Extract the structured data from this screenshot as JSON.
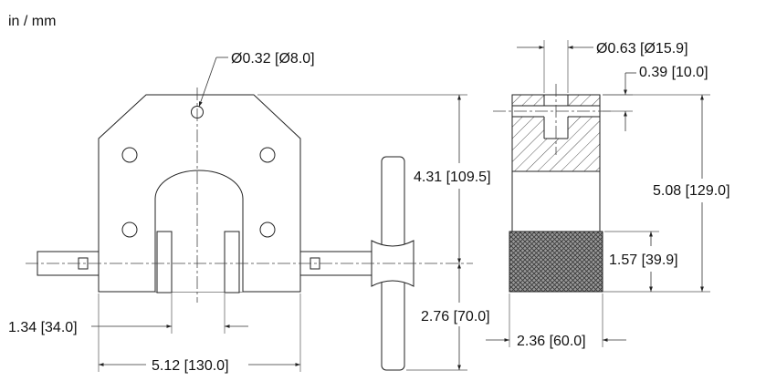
{
  "units_label": "in / mm",
  "dimensions": {
    "hole_dia": "Ø0.32 [Ø8.0]",
    "pin_dia": "Ø0.63 [Ø15.9]",
    "pin_depth": "0.39 [10.0]",
    "height_front": "4.31 [109.5]",
    "height_side": "5.08 [129.0]",
    "knurl_height": "1.57 [39.9]",
    "jaw_gap": "1.34 [34.0]",
    "axis_height": "2.76 [70.0]",
    "side_width": "2.36 [60.0]",
    "front_width": "5.12 [130.0]"
  },
  "colors": {
    "line": "#222222",
    "knurl": "#8c8c8c",
    "hatch": "#555555"
  }
}
